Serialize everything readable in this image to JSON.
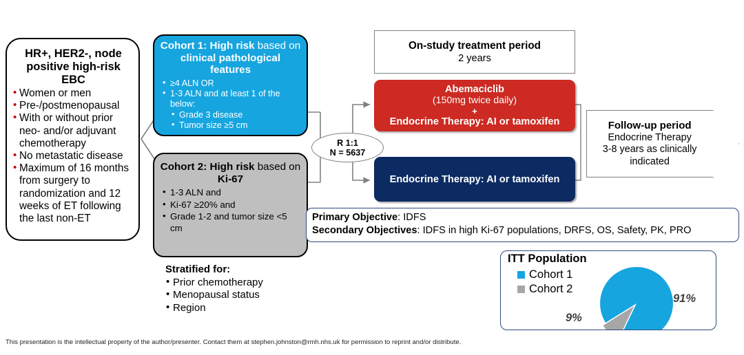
{
  "eligibility": {
    "title": "HR+, HER2-, node positive high-risk EBC",
    "criteria": [
      "Women or men",
      "Pre-/postmenopausal",
      "With or without prior neo- and/or adjuvant chemotherapy",
      "No metastatic disease",
      "Maximum of 16 months from surgery to randomization and 12 weeks of ET following the last non-ET"
    ]
  },
  "cohort1": {
    "title_part1": "Cohort 1: High risk",
    "title_part2": " based on ",
    "title_part3": "clinical pathological features",
    "bullets": [
      "≥4 ALN OR",
      "1-3 ALN and at least 1 of the below:"
    ],
    "subbullets": [
      "Grade 3 disease",
      "Tumor size ≥5 cm"
    ],
    "color": "#16A5DF"
  },
  "cohort2": {
    "title_part1": "Cohort 2: High risk",
    "title_part2": " based on ",
    "title_part3": "Ki-67",
    "bullets": [
      "1-3 ALN and",
      "Ki-67 ≥20% and",
      "Grade 1-2 and tumor size  <5 cm"
    ],
    "color": "#BFBFBF"
  },
  "randomization": {
    "ratio": "R 1:1",
    "n": "N = 5637"
  },
  "onstudy": {
    "title": "On-study treatment period",
    "duration": "2 years"
  },
  "arm_a": {
    "drug": "Abemaciclib",
    "dose": "(150mg twice daily)",
    "plus": "+",
    "combo": "Endocrine Therapy: AI or tamoxifen",
    "color": "#CC2A22"
  },
  "arm_b": {
    "label": "Endocrine Therapy: AI or tamoxifen",
    "color": "#0C2B63"
  },
  "followup": {
    "title": "Follow-up period",
    "line2": "Endocrine Therapy",
    "line3": "3-8 years as clinically",
    "line4": "indicated"
  },
  "objectives": {
    "primary_label": "Primary Objective",
    "primary_value": ": IDFS",
    "secondary_label": "Secondary Objectives",
    "secondary_value": ": IDFS in high Ki-67 populations, DRFS, OS, Safety, PK, PRO"
  },
  "stratified": {
    "heading": "Stratified for:",
    "items": [
      "Prior chemotherapy",
      "Menopausal status",
      "Region"
    ]
  },
  "chart_data": {
    "type": "pie",
    "title": "ITT Population",
    "categories": [
      "Cohort 1",
      "Cohort 2"
    ],
    "values": [
      91,
      9
    ],
    "value_labels": [
      "91%",
      "9%"
    ],
    "colors": [
      "#16A5DF",
      "#A6A6A6"
    ],
    "legend_position": "top-left",
    "unit": "%"
  },
  "footer": {
    "text": "This presentation is the intellectual property of the author/presenter. Contact them at stephen.johnston@rmh.nhs.uk for permission to reprint and/or distribute."
  }
}
